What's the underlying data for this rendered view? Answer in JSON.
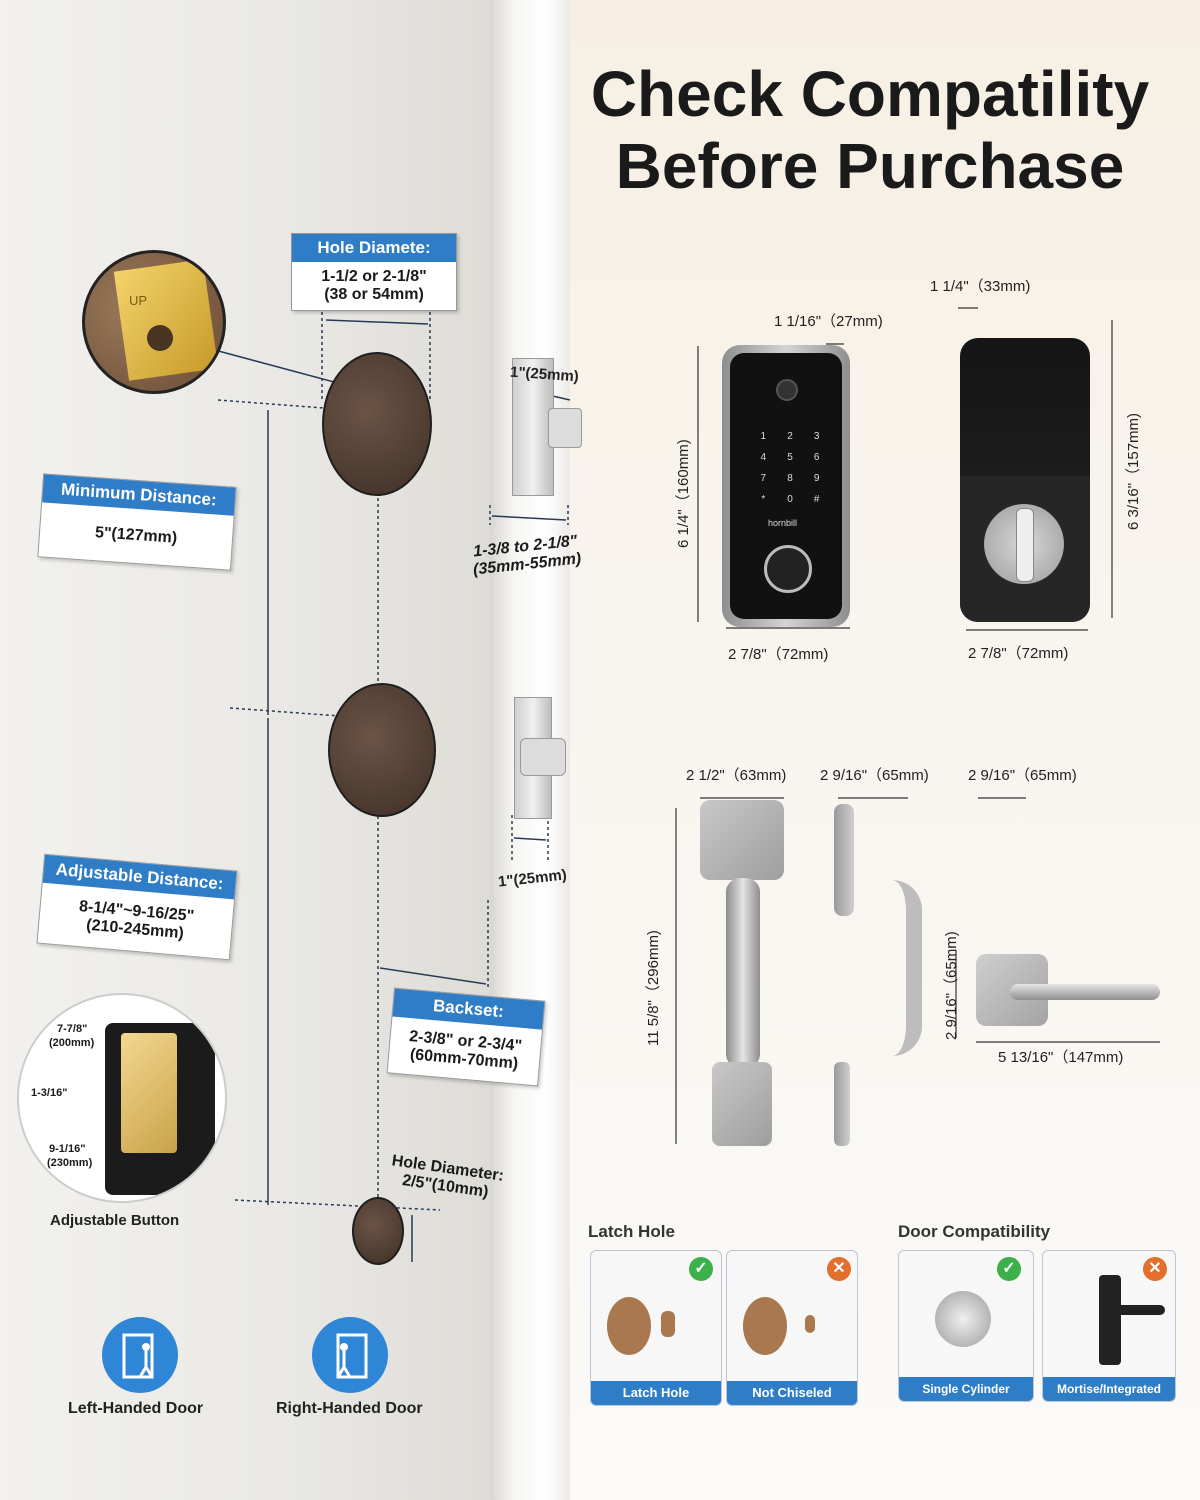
{
  "title": {
    "line1": "Check Compatility",
    "line2": "Before Purchase"
  },
  "left": {
    "hole_diameter": {
      "header": "Hole Diamete:",
      "line1": "1-1/2 or 2-1/8\"",
      "line2": "(38 or 54mm)"
    },
    "minimum_distance": {
      "header": "Minimum Distance:",
      "value": "5\"(127mm)"
    },
    "adjustable_distance": {
      "header": "Adjustable Distance:",
      "line1": "8-1/4\"~9-16/25\"",
      "line2": "(210-245mm)"
    },
    "backset": {
      "header": "Backset:",
      "line1": "2-3/8\" or 2-3/4\"",
      "line2": "(60mm-70mm)"
    },
    "hole_diameter_small": {
      "line1": "Hole Diameter:",
      "line2": "2/5\"(10mm)"
    },
    "edge_top": "1\"(25mm)",
    "edge_bottom": "1\"(25mm)",
    "door_thickness": {
      "line1": "1-3/8 to 2-1/8\"",
      "line2": "(35mm-55mm)"
    },
    "plate_up": "UP",
    "adjust": {
      "a": "7-7/8\"",
      "a_mm": "(200mm)",
      "b": "1-3/16\"",
      "c": "9-1/16\"",
      "c_mm": "(230mm)",
      "label": "Adjustable Button"
    },
    "left_handed": "Left-Handed Door",
    "right_handed": "Right-Handed Door"
  },
  "exterior": {
    "depth": "1 1/16\"（27mm)",
    "height": "6 1/4\"（160mm)",
    "width": "2 7/8\"（72mm)",
    "brand": "hornbill",
    "keys": [
      "1",
      "2",
      "3",
      "4",
      "5",
      "6",
      "7",
      "8",
      "9",
      "*",
      "0",
      "#"
    ]
  },
  "interior": {
    "depth": "1 1/4\"（33mm)",
    "height": "6 3/16\"（157mm)",
    "width": "2 7/8\"（72mm)"
  },
  "handle": {
    "width": "2 1/2\"（63mm)",
    "side_depth": "2 9/16\"（65mm)",
    "height": "11 5/8\"（296mm)"
  },
  "lever": {
    "depth": "2 9/16\"（65mm)",
    "height": "2 9/16\"（65mm)",
    "length": "5 13/16\"（147mm)"
  },
  "latch_hole": {
    "title": "Latch Hole",
    "ok_caption": "Latch Hole",
    "bad_caption": "Not Chiseled"
  },
  "door_compat": {
    "title": "Door Compatibility",
    "ok_caption": "Single Cylinder",
    "bad_caption": "Mortise/Integrated"
  },
  "colors": {
    "accent": "#2f7dc7",
    "ok": "#3cb04a",
    "bad": "#e46e2c"
  }
}
